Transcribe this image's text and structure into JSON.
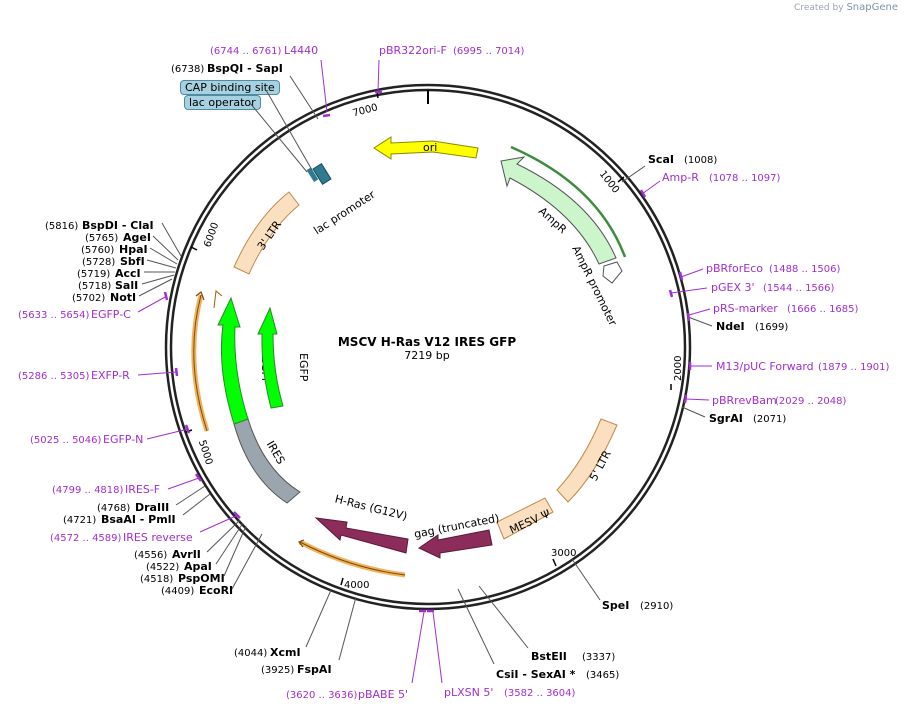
{
  "brand": {
    "prefix": "Created by",
    "name": "SnapGene"
  },
  "title": "MSCV H-Ras V12 IRES GFP",
  "subtitle": "7219 bp",
  "plasmid_length": 7219,
  "ticks": [
    "1000",
    "2000",
    "3000",
    "4000",
    "5000",
    "6000",
    "7000"
  ],
  "features": [
    {
      "name": "ori",
      "color": "#ffff00"
    },
    {
      "name": "AmpR",
      "color": "#ccf5cc"
    },
    {
      "name": "AmpR promoter",
      "color": "#ffffff"
    },
    {
      "name": "5' LTR",
      "color": "#fadfc0"
    },
    {
      "name": "MESV Ψ",
      "color": "#fadfc0"
    },
    {
      "name": "gag (truncated)",
      "color": "#8b2c5b"
    },
    {
      "name": "H-Ras (G12V)",
      "color": "#8b2c5b"
    },
    {
      "name": "IRES",
      "color": "#9aa5ad"
    },
    {
      "name": "EGFP",
      "color": "#00ff00"
    },
    {
      "name": "EGFP",
      "color": "#00ff00"
    },
    {
      "name": "3' LTR",
      "color": "#fadfc0"
    },
    {
      "name": "lac promoter",
      "color": "#2e7a8e"
    }
  ],
  "pills": [
    "CAP binding site",
    "lac operator"
  ],
  "sites": [
    {
      "name": "ScaI",
      "pos": "(1008)"
    },
    {
      "name": "NdeI",
      "pos": "(1699)"
    },
    {
      "name": "SgrAI",
      "pos": "(2071)"
    },
    {
      "name": "SpeI",
      "pos": "(2910)"
    },
    {
      "name": "BstEII",
      "pos": "(3337)"
    },
    {
      "name": "CsiI  - SexAI *",
      "pos": "(3465)"
    },
    {
      "name": "FspAI",
      "pos": "(3925)"
    },
    {
      "name": "XcmI",
      "pos": "(4044)"
    },
    {
      "name": "EcoRI",
      "pos": "(4409)"
    },
    {
      "name": "PspOMI",
      "pos": "(4518)"
    },
    {
      "name": "ApaI",
      "pos": "(4522)"
    },
    {
      "name": "AvrII",
      "pos": "(4556)"
    },
    {
      "name": "BsaAI  - PmlI",
      "pos": "(4721)"
    },
    {
      "name": "DraIII",
      "pos": "(4768)"
    },
    {
      "name": "NotI",
      "pos": "(5702)"
    },
    {
      "name": "SalI",
      "pos": "(5718)"
    },
    {
      "name": "AccI",
      "pos": "(5719)"
    },
    {
      "name": "SbfI",
      "pos": "(5728)"
    },
    {
      "name": "HpaI",
      "pos": "(5760)"
    },
    {
      "name": "AgeI",
      "pos": "(5765)"
    },
    {
      "name": "BspDI  - ClaI",
      "pos": "(5816)"
    },
    {
      "name": "BspQI  - SapI",
      "pos": "(6738)"
    }
  ],
  "primers": [
    {
      "name": "L4440",
      "pos": "(6744 .. 6761)"
    },
    {
      "name": "pBR322ori-F",
      "pos": "(6995 .. 7014)"
    },
    {
      "name": "Amp-R",
      "pos": "(1078 .. 1097)"
    },
    {
      "name": "pBRforEco",
      "pos": "(1488 .. 1506)"
    },
    {
      "name": "pGEX 3'",
      "pos": "(1544 .. 1566)"
    },
    {
      "name": "pRS-marker",
      "pos": "(1666 .. 1685)"
    },
    {
      "name": "M13/pUC Forward",
      "pos": "(1879 .. 1901)"
    },
    {
      "name": "pBRrevBam",
      "pos": "(2029 .. 2048)"
    },
    {
      "name": "pLXSN 5'",
      "pos": "(3582 .. 3604)"
    },
    {
      "name": "pBABE 5'",
      "pos": "(3620 .. 3636)"
    },
    {
      "name": "IRES reverse",
      "pos": "(4572 .. 4589)"
    },
    {
      "name": "IRES-F",
      "pos": "(4799 .. 4818)"
    },
    {
      "name": "EGFP-N",
      "pos": "(5025 .. 5046)"
    },
    {
      "name": "EXFP-R",
      "pos": "(5286 .. 5305)"
    },
    {
      "name": "EGFP-C",
      "pos": "(5633 .. 5654)"
    }
  ]
}
